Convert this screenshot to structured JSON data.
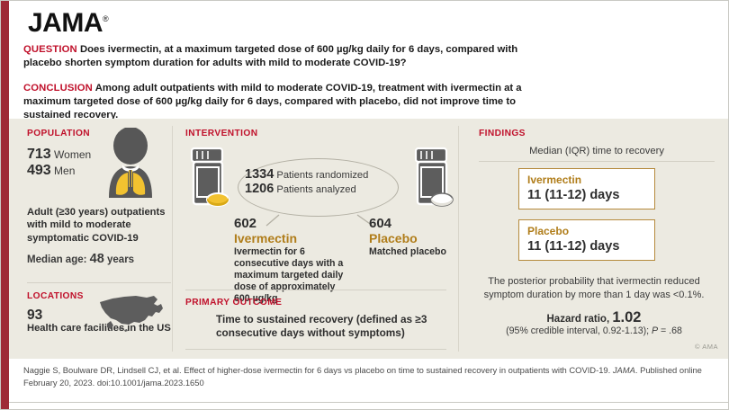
{
  "brand": {
    "logo": "JAMA",
    "trademark": "®",
    "accent": "#c0112b",
    "gold": "#b07d1a",
    "panel_bg": "#eceae1"
  },
  "header": {
    "question_label": "QUESTION",
    "question_text": "Does ivermectin, at a maximum targeted dose of 600 µg/kg daily for 6 days, compared with placebo shorten symptom duration for adults with mild to moderate COVID-19?",
    "conclusion_label": "CONCLUSION",
    "conclusion_text": "Among adult outpatients with mild to moderate COVID-19, treatment with ivermectin at a maximum targeted dose of 600 µg/kg daily for 6 days, compared with placebo, did not improve time to sustained recovery."
  },
  "population": {
    "heading": "POPULATION",
    "women_count": "713",
    "women_label": "Women",
    "men_count": "493",
    "men_label": "Men",
    "description": "Adult (≥30 years) outpatients with mild to moderate symptomatic COVID-19",
    "median_age_label": "Median age:",
    "median_age_value": "48",
    "median_age_unit": "years"
  },
  "locations": {
    "heading": "LOCATIONS",
    "count": "93",
    "label": "Health care facilities in the US"
  },
  "intervention": {
    "heading": "INTERVENTION",
    "randomized_count": "1334",
    "randomized_label": "Patients randomized",
    "analyzed_count": "1206",
    "analyzed_label": "Patients analyzed",
    "arms": [
      {
        "count": "602",
        "name": "Ivermectin",
        "description": "Ivermectin for 6 consecutive days with a maximum targeted daily dose of approximately 600 µg/kg"
      },
      {
        "count": "604",
        "name": "Placebo",
        "description": "Matched placebo"
      }
    ]
  },
  "primary_outcome": {
    "heading": "PRIMARY OUTCOME",
    "text": "Time to sustained recovery (defined as ≥3 consecutive days without symptoms)"
  },
  "findings": {
    "heading": "FINDINGS",
    "subtitle": "Median (IQR) time to recovery",
    "results": [
      {
        "name": "Ivermectin",
        "value": "11 (11-12) days"
      },
      {
        "name": "Placebo",
        "value": "11 (11-12) days"
      }
    ],
    "note": "The posterior probability that ivermectin reduced symptom duration by more than 1 day was <0.1%.",
    "hazard_ratio_label": "Hazard ratio,",
    "hazard_ratio_value": "1.02",
    "ci_text_pre": "(95% credible interval, 0.92-1.13); ",
    "p_italic": "P",
    "p_value": " = .68",
    "copyright": "© AMA"
  },
  "chart_data": {
    "type": "table",
    "title": "Median (IQR) time to recovery",
    "categories": [
      "Ivermectin",
      "Placebo"
    ],
    "values": [
      11,
      11
    ],
    "iqr": [
      [
        11,
        12
      ],
      [
        11,
        12
      ]
    ],
    "unit": "days",
    "hazard_ratio": 1.02,
    "credible_interval": [
      0.92,
      1.13
    ],
    "p_value": 0.68
  },
  "footer": {
    "citation_pre": "Naggie S, Boulware DR, Lindsell CJ, et al. Effect of higher-dose ivermectin for 6 days vs placebo on time to sustained recovery in outpatients with COVID-19. ",
    "journal": "JAMA",
    "citation_post": ". Published online February 20, 2023. doi:10.1001/jama.2023.1650"
  },
  "icons": {
    "person": "person-with-lungs-icon",
    "map": "us-map-icon",
    "bottle_ivermectin": "pill-bottle-gold-icon",
    "bottle_placebo": "pill-bottle-white-icon"
  }
}
